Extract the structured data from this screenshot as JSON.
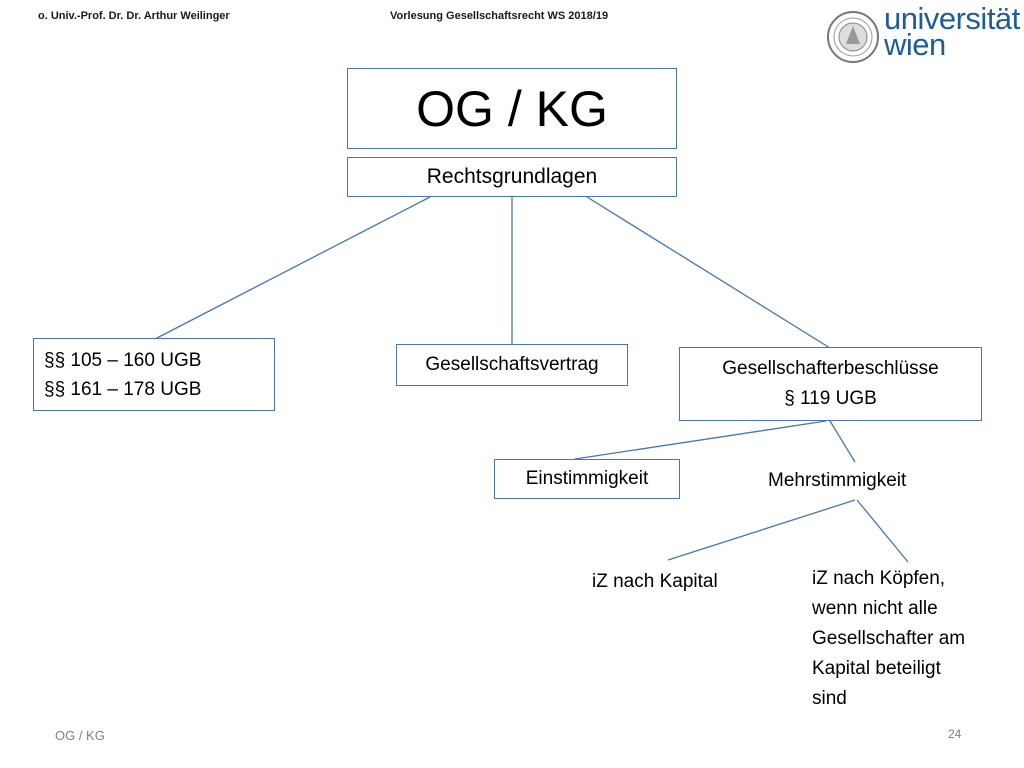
{
  "header": {
    "author": "o. Univ.-Prof. Dr. Dr. Arthur Weilinger",
    "lecture": "Vorlesung Gesellschaftsrecht WS 2018/19"
  },
  "logo": {
    "line1": "universität",
    "line2": "wien"
  },
  "diagram": {
    "title": "OG / KG",
    "root": "Rechtsgrundlagen",
    "ugb_line1": "§§ 105 – 160 UGB",
    "ugb_line2": "§§ 161 – 178 UGB",
    "vertrag": "Gesellschaftsvertrag",
    "beschluesse_line1": "Gesellschafterbeschlüsse",
    "beschluesse_line2": "§ 119 UGB",
    "einstimmigkeit": "Einstimmigkeit",
    "mehrstimmigkeit": "Mehrstimmigkeit",
    "kapital": "iZ nach Kapital",
    "koepfe_lines": [
      "iZ nach Köpfen,",
      "wenn nicht alle",
      "Gesellschafter am",
      "Kapital beteiligt",
      "sind"
    ]
  },
  "colors": {
    "accent": "#4a76a8",
    "brand": "#1f5c99"
  },
  "footer": {
    "left": "OG / KG",
    "page": "24"
  }
}
